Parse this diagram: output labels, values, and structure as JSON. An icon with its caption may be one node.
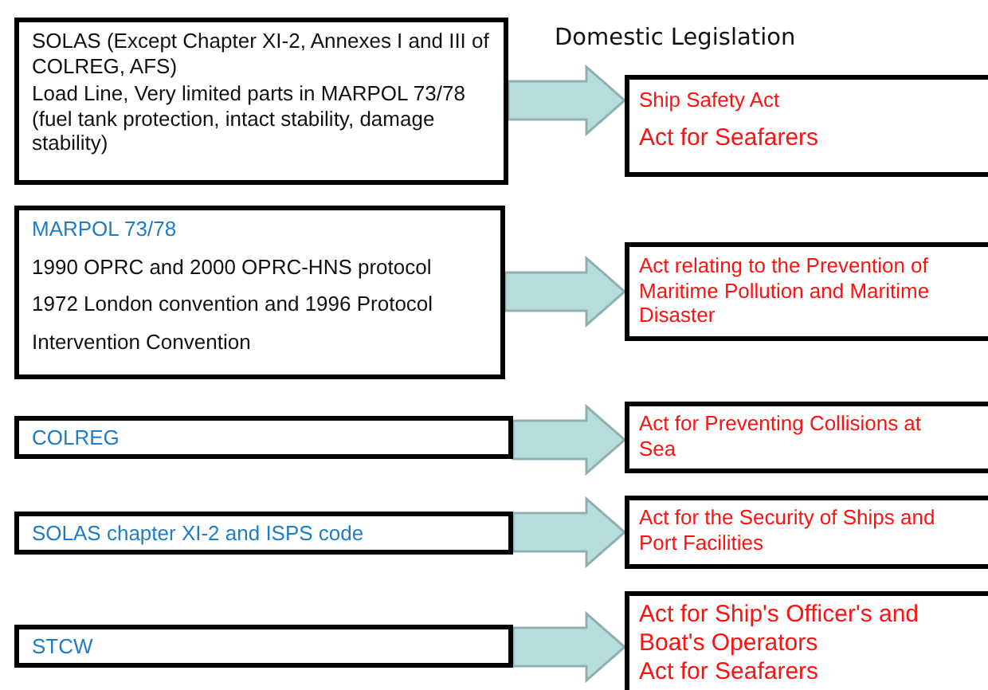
{
  "diagram": {
    "title": "Domestic Legislation",
    "nodes": [
      {
        "text": [
          "SOLAS (Except Chapter XI-2, Annexes I and III of COLREG, AFS)",
          "Load Line, Very limited parts in MARPOL 73/78 (fuel tank protection, intact stability, damage stability)"
        ]
      },
      {
        "text": [
          "Ship Safety Act",
          "Act for Seafarers"
        ]
      },
      {
        "text": [
          "MARPOL 73/78",
          "1990 OPRC and 2000 OPRC-HNS protocol",
          "1972 London convention and 1996 Protocol",
          "Intervention Convention"
        ]
      },
      {
        "text": [
          "Act relating to the Prevention of Maritime Pollution and Maritime Disaster"
        ]
      },
      {
        "text": [
          "COLREG"
        ]
      },
      {
        "text": [
          "Act for Preventing Collisions at Sea"
        ]
      },
      {
        "text": [
          "SOLAS chapter XI-2 and ISPS code"
        ]
      },
      {
        "text": [
          "Act for the Security of Ships and Port Facilities"
        ]
      },
      {
        "text": [
          "STCW"
        ]
      },
      {
        "text": [
          "Act for Ship's Officer's and Boat's Operators",
          "Act for Seafarers"
        ]
      }
    ],
    "edges": [
      {
        "from": 0,
        "to": 1,
        "arrow": "to"
      },
      {
        "from": 2,
        "to": 3,
        "arrow": "to"
      },
      {
        "from": 4,
        "to": 5,
        "arrow": "to"
      },
      {
        "from": 6,
        "to": 7,
        "arrow": "to"
      },
      {
        "from": 8,
        "to": 9,
        "arrow": "to"
      }
    ]
  }
}
